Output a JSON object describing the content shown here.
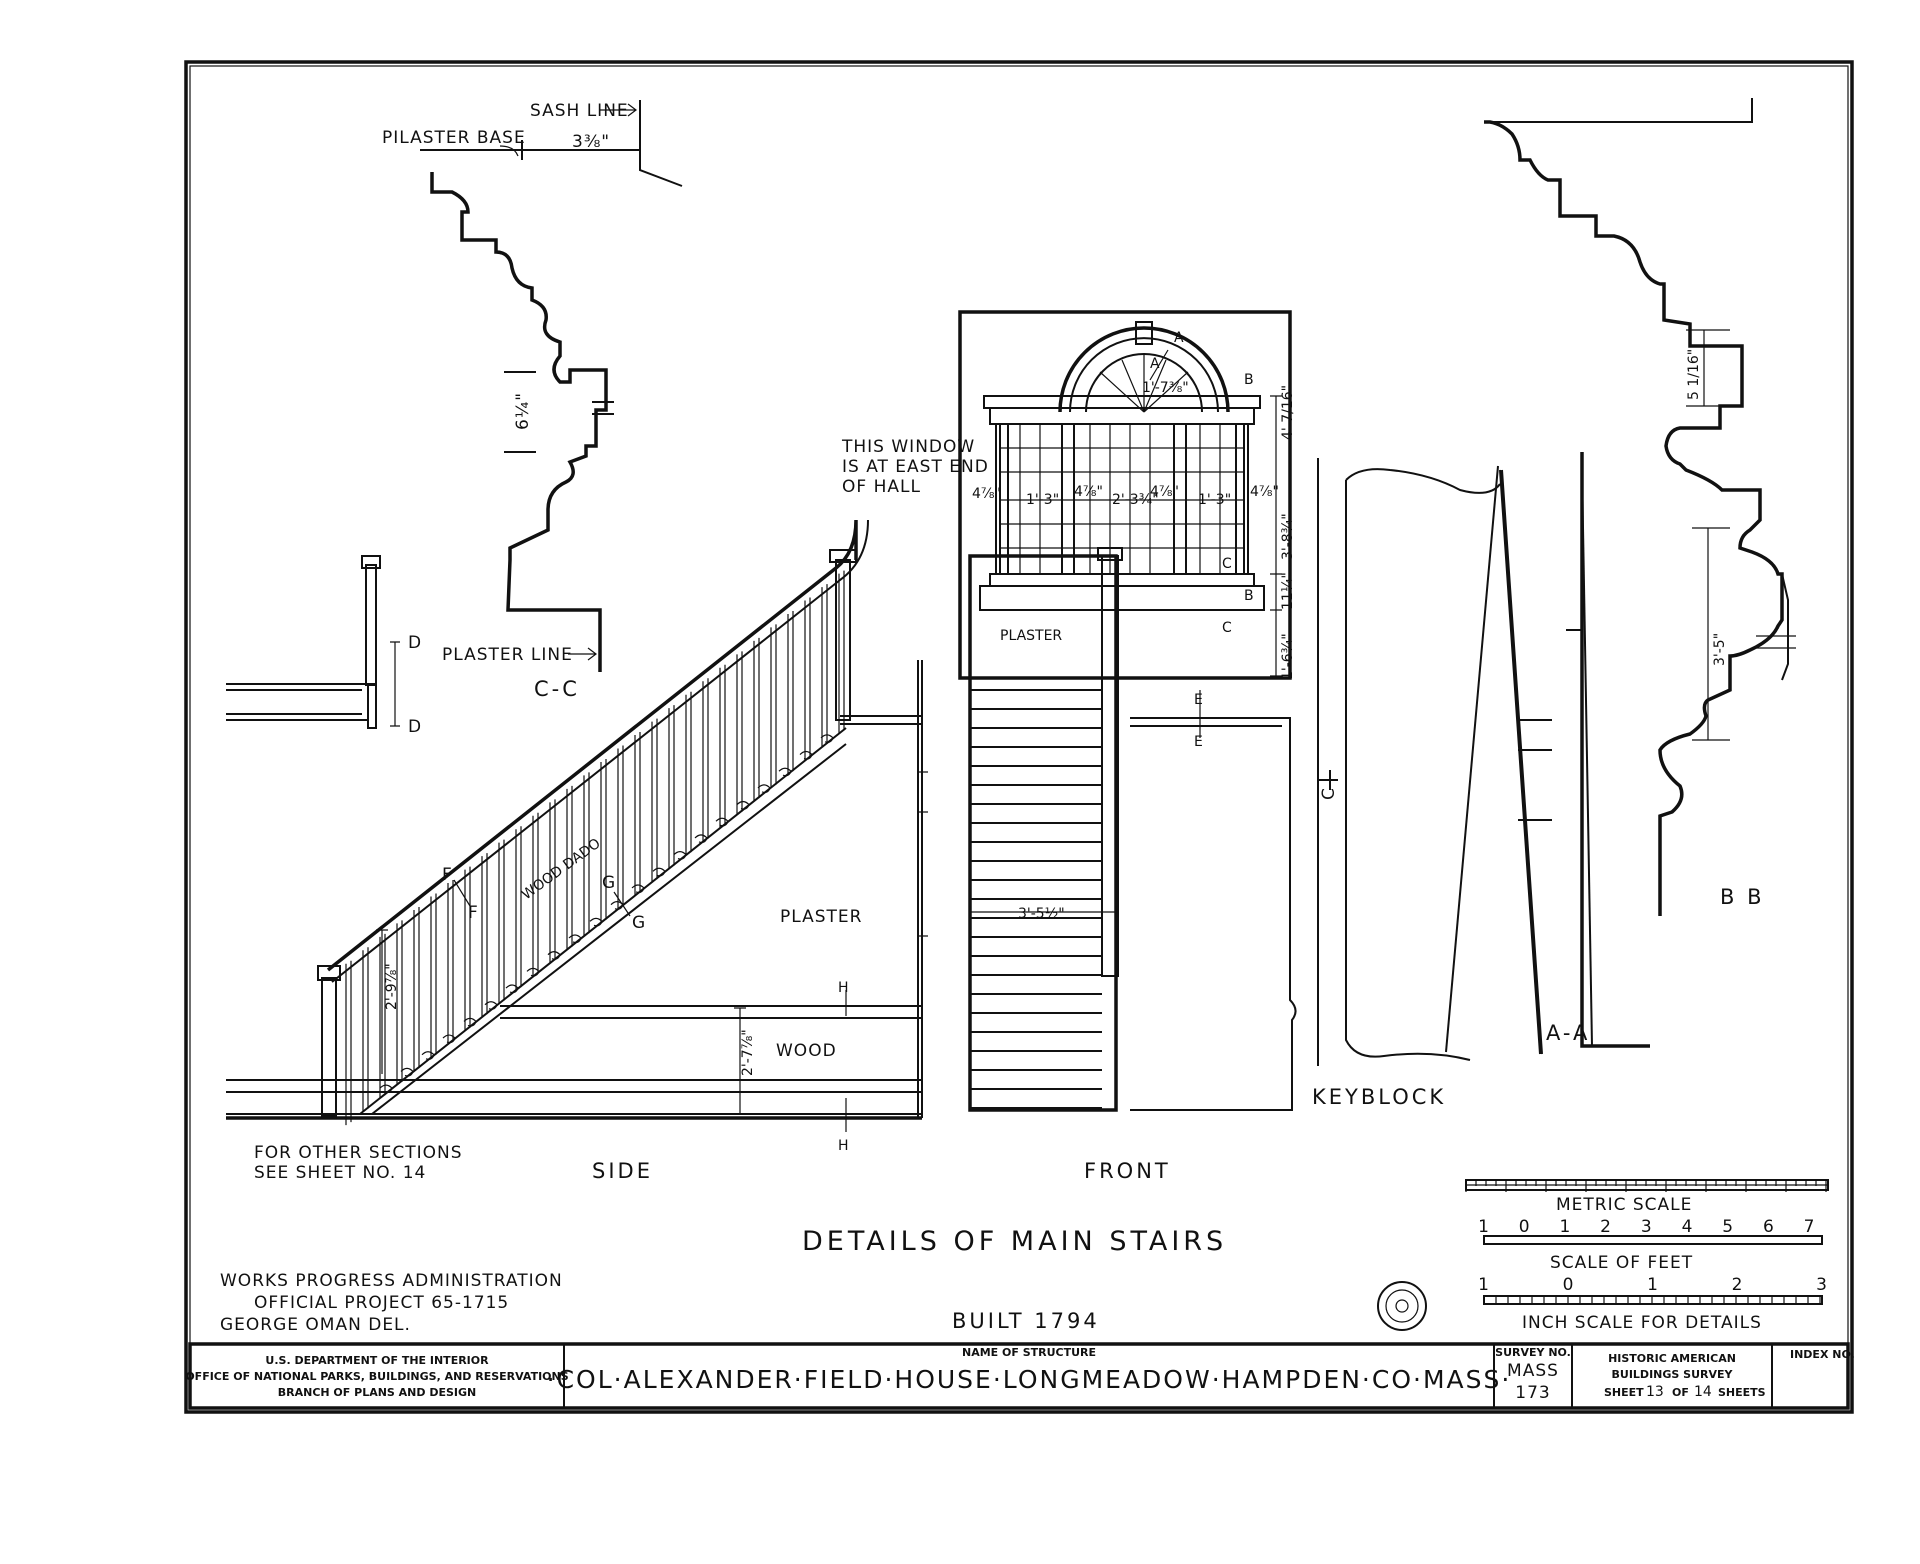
{
  "drawing": {
    "title": "DETAILS OF MAIN STAIRS",
    "built": "BUILT 1794",
    "views": {
      "side": "SIDE",
      "front": "FRONT",
      "keyblock": "KEYBLOCK",
      "aa": "A-A",
      "bb": "B B",
      "cc": "C-C"
    },
    "notes": {
      "other_sections_1": "FOR OTHER SECTIONS",
      "other_sections_2": "SEE SHEET NO. 14",
      "window_1": "THIS WINDOW",
      "window_2": "IS AT EAST END",
      "window_3": "OF HALL"
    },
    "labels": {
      "sash_line": "SASH LINE",
      "pilaster_base": "PILASTER BASE",
      "plaster_line": "PLASTER LINE",
      "plaster": "PLASTER",
      "wood": "WOOD",
      "wood_dado": "WOOD DADO",
      "dim_sash": "3⅜\"",
      "dim_cc": "6¼\"",
      "dim_bb_top": "5 1/16\"",
      "dim_bb_mid": "3'-5\"",
      "dim_stair_width": "3'-5½\"",
      "dim_wood": "2'-7⅞\"",
      "dim_rail": "2'-9⅞\"",
      "dim_w1": "1'-3\"",
      "dim_w2": "2'-3¾\"",
      "dim_w3": "1'-3\"",
      "dim_w_pil": "4⅞\"",
      "dim_w_height": "3'-8¾\"",
      "dim_w_arch": "1'-7⅜\"",
      "dim_w_top": "4' 7/16\"",
      "dim_w_sill": "11¼\"",
      "dim_w_base": "1'-6¾\""
    },
    "section_marks": [
      "A",
      "B",
      "C",
      "D",
      "E",
      "F",
      "G",
      "H"
    ],
    "scales": {
      "metric_label": "METRIC SCALE",
      "metric_ticks": [
        "1",
        "0",
        "1",
        "2",
        "3",
        "4",
        "5",
        "6",
        "7"
      ],
      "feet_label": "SCALE OF FEET",
      "feet_ticks": [
        "1",
        "0",
        "1",
        "2",
        "3"
      ],
      "inch_label": "INCH SCALE FOR DETAILS"
    },
    "credits": {
      "line1": "WORKS PROGRESS ADMINISTRATION",
      "line2": "OFFICIAL PROJECT 65-1715",
      "line3": "GEORGE OMAN DEL."
    }
  },
  "title_block": {
    "dept_1": "U.S. DEPARTMENT OF THE INTERIOR",
    "dept_2": "OFFICE OF NATIONAL PARKS, BUILDINGS, AND RESERVATIONS",
    "dept_3": "BRANCH OF PLANS AND DESIGN",
    "name_label": "NAME OF STRUCTURE",
    "name": "·COL·ALEXANDER·FIELD·HOUSE·LONGMEADOW·HAMPDEN·CO·MASS·",
    "survey_label": "SURVEY NO.",
    "survey_1": "MASS",
    "survey_2": "173",
    "habs_1": "HISTORIC AMERICAN",
    "habs_2": "BUILDINGS SURVEY",
    "sheet_prefix": "SHEET",
    "sheet_no": "13",
    "sheet_of": "OF",
    "sheet_total": "14",
    "sheet_suffix": "SHEETS",
    "index_label": "INDEX NO."
  }
}
